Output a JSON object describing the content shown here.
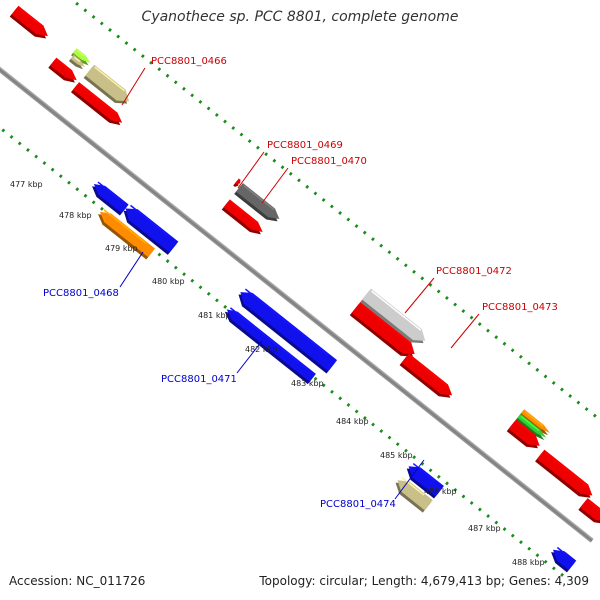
{
  "title": "Cyanothece sp. PCC 8801, complete genome",
  "footer": {
    "accession": "Accession: NC_011726",
    "stats": "Topology: circular; Length: 4,679,413 bp; Genes: 4,309"
  },
  "axis_ticks": [
    "477 kbp",
    "478 kbp",
    "479 kbp",
    "480 kbp",
    "481 kbp",
    "482 kbp",
    "483 kbp",
    "484 kbp",
    "485 kbp",
    "486 kbp",
    "487 kbp",
    "488 kbp"
  ],
  "gene_labels": {
    "g0466": "PCC8801_0466",
    "g0469": "PCC8801_0469",
    "g0470": "PCC8801_0470",
    "g0472": "PCC8801_0472",
    "g0473": "PCC8801_0473",
    "g0468": "PCC8801_0468",
    "g0471": "PCC8801_0471",
    "g0474": "PCC8801_0474"
  },
  "colors": {
    "forward_label": "#cc0000",
    "reverse_label": "#0000cc",
    "backbone": "#888888",
    "dotted_track": "#1a8c1a",
    "red": "#ee0000",
    "blue": "#1111ee",
    "khaki": "#c8c088",
    "orange": "#ff8c00",
    "gray_dark": "#666666",
    "gray_light": "#cccccc",
    "green": "#33cc33",
    "lime": "#aaff44"
  }
}
